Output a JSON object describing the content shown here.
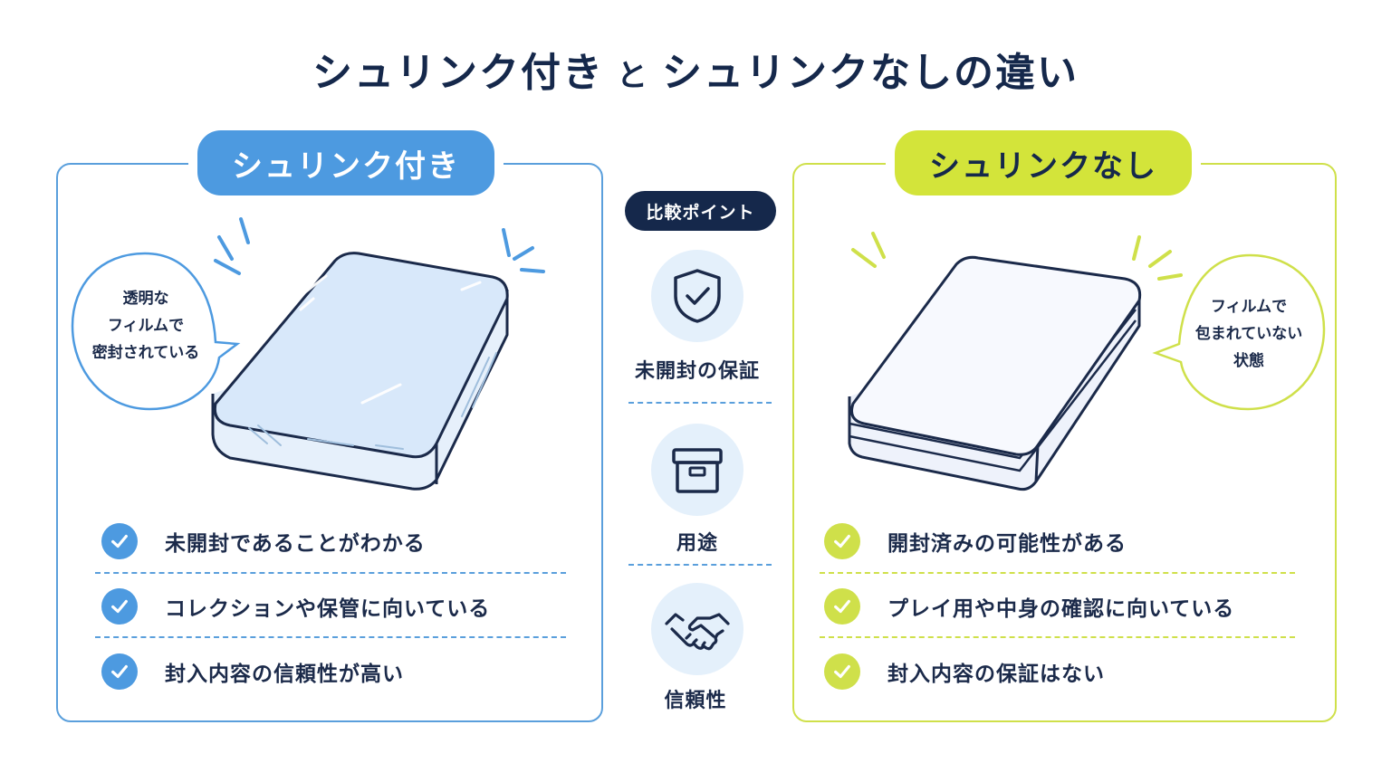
{
  "title": {
    "part1": "シュリンク付き",
    "conj": "と",
    "part2": "シュリンクなしの違い"
  },
  "center": {
    "badge": "比較ポイント",
    "points": [
      {
        "label": "未開封の保証",
        "icon": "shield-check-icon"
      },
      {
        "label": "用途",
        "icon": "box-icon"
      },
      {
        "label": "信頼性",
        "icon": "handshake-icon"
      }
    ]
  },
  "left": {
    "heading": "シュリンク付き",
    "bubble": "透明な\nフィルムで\n密封されている",
    "items": [
      "未開封であることがわかる",
      "コレクションや保管に向いている",
      "封入内容の信頼性が高い"
    ],
    "color": "#4d9ae0"
  },
  "right": {
    "heading": "シュリンクなし",
    "bubble": "フィルムで\n包まれていない\n状態",
    "items": [
      "開封済みの可能性がある",
      "プレイ用や中身の確認に向いている",
      "封入内容の保証はない"
    ],
    "color": "#cfe04a"
  }
}
